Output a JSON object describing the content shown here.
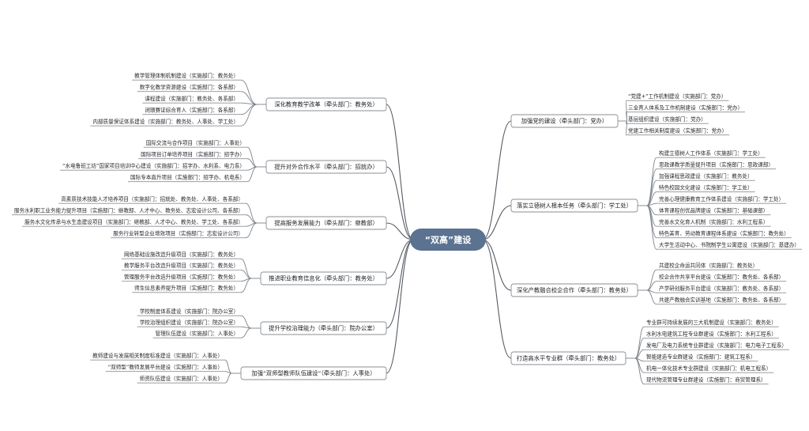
{
  "root": {
    "label": "“双高”建设",
    "color": "#5b7290"
  },
  "branches": [
    {
      "side": "left",
      "label": "深化教育教学改革（牵头部门：教务处）",
      "leaves": [
        "教学管理体制机制建设（实施部门：教务处）",
        "数字化教学资源建设（实施部门：各系部）",
        "课程建设（实施部门：教务处、各系部）",
        "闭環賽证综合育人（实施部门：各系部）",
        "内部质量保证体系建设（实施部门：教务处、人事处、学工处）"
      ]
    },
    {
      "side": "left",
      "label": "提升对外合作水平（牵头部门：招就办）",
      "leaves": [
        "国际交流与合作项目（实施部门：人事处）",
        "国际项目订单培养项目（实施部门：招字办）",
        "“水电鲁班工坊”国家项目培训中心建设（实施部门：招字办、水利系、电力系）",
        "国际专本直升项目（实施部门：招字办、机电系）"
      ]
    },
    {
      "side": "left",
      "label": "提高服务发展能力（牵头部门：继教部）",
      "leaves": [
        "高素质技术技能人才培养项目（实施部门：招就处、教务处、人事处、各系部）",
        "服务水利职工业务能力提升项目（实施部门：继教部、人才中心、教务处、志宏设计公司、各系部）",
        "服务水文化传承与水生态建设项目（实施部门：继教部、人才中心、教务处、学工处、各系部）",
        "服务行业转型企业增效项目（实施部门：志宏设计公司）"
      ]
    },
    {
      "side": "left",
      "label": "推进职业教育信息化（牵头部门：教务处）",
      "leaves": [
        "网络基础设施改造升级项目（实施部门：教务处）",
        "教学服务平台改造升级项目（实施部门：教务处）",
        "管理服务平台改造升级项目（实施部门：教务处）",
        "师生信息素养提升项目（实施部门：教务处）"
      ]
    },
    {
      "side": "left",
      "label": "提升学校治理能力（牵头部门：院办公室）",
      "leaves": [
        "学校制度体系建设（实施部门：院办公室）",
        "学校治理组织建设（实施部门：院办公室）",
        "管理队伍建设（实施部门：人事处）"
      ]
    },
    {
      "side": "left",
      "label": "加强“双师型教师队伍建设”（牵头部门：人事处）",
      "leaves": [
        "教师建设与发展相关制度标准建设（实施部门：人事处）",
        "“双师型”教师发展平台建设（实施部门：人事处）",
        "师资队伍建设（实施部门：人事处）"
      ]
    },
    {
      "side": "right",
      "label": "加强党的建设（牵头部门：党办）",
      "leaves": [
        "“党建+”工作机制建设（实施部门：党办）",
        "三全育人体系及工作机制建设（实施部门：党办）",
        "基层组织建设（实施部门：党办）",
        "党建工作相关制度建设（实施部门：党办）"
      ]
    },
    {
      "side": "right",
      "label": "落实立德树人根本任务（牵头部门：学工处）",
      "leaves": [
        "构建立德树人工作体系（实施部门：学工处）",
        "思政课教学质量提升项目（实施部门：思政课部）",
        "加强课程思政建设（实施部门：教务处）",
        "特色校园文化建设（实施部门：学工处）",
        "完善心理健康教育工作体系建设（实施部门：学工处）",
        "体育课程创优品牌建设（实施部门：基础课部）",
        "完善水文化育人机制（实施部门：水利工程系）",
        "特色美育、劳动教育课程体系建设（实施部门：教务处）",
        "大学生活动中心、书院制学生公寓建设（实施部门：基建办）"
      ]
    },
    {
      "side": "right",
      "label": "深化产教融合校企合作（牵头部门：教务处）",
      "leaves": [
        "共建校企命运共同体（实施部门：教务处）",
        "校企合作共享平台建设（实施部门：教务处、各系部）",
        "产学研创服务平台建设（实施部门：教务处、各系部）",
        "共建产教融合实训基地（实施部门：教务处、各系部）"
      ]
    },
    {
      "side": "right",
      "label": "打造高水平专业群（牵头部门：教务处）",
      "leaves": [
        "专业群可持续发展的三大机制建设（实施部门：教务处）",
        "水利水电建筑工程专业群建设（实施部门：水利工程系）",
        "发电厂及电力系统专业群建设（实施部门：电力电子工程系）",
        "智能建造专业群建设（实施部门：建筑工程系）",
        "机电一体化技术专业群建设（实施部门：机电工程系）",
        "现代物流管理专业群建设（实施部门：商贸管理系）"
      ]
    }
  ]
}
